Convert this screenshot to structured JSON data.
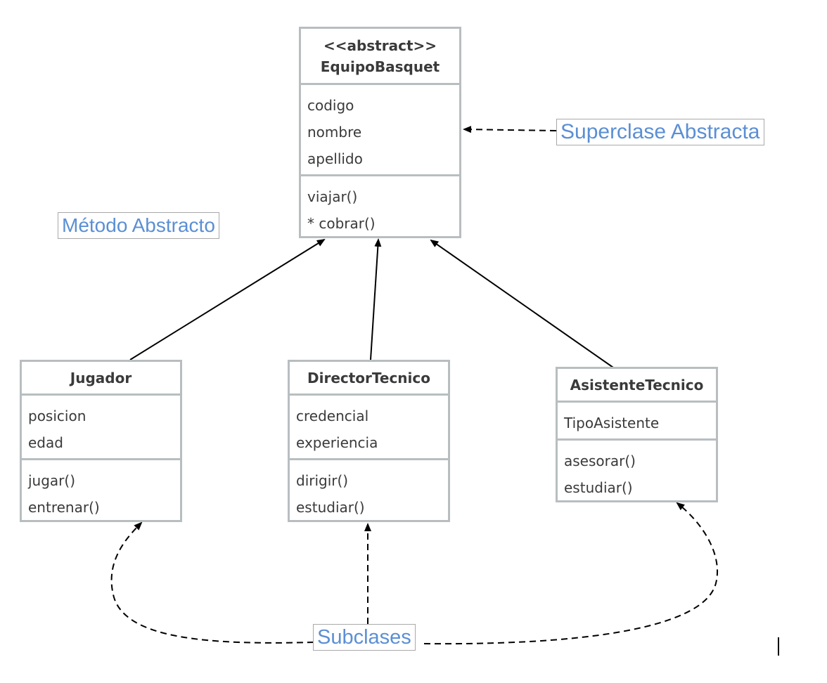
{
  "classes": {
    "equipo": {
      "stereotype": "<<abstract>>",
      "name": "EquipoBasquet",
      "attributes": [
        "codigo",
        "nombre",
        "apellido"
      ],
      "methods": [
        "viajar()",
        "* cobrar()"
      ]
    },
    "jugador": {
      "name": "Jugador",
      "attributes": [
        "posicion",
        "edad"
      ],
      "methods": [
        "jugar()",
        "entrenar()"
      ]
    },
    "director": {
      "name": "DirectorTecnico",
      "attributes": [
        "credencial",
        "experiencia"
      ],
      "methods": [
        "dirigir()",
        "estudiar()"
      ]
    },
    "asistente": {
      "name": "AsistenteTecnico",
      "attributes": [
        "TipoAsistente"
      ],
      "methods": [
        "asesorar()",
        "estudiar()"
      ]
    }
  },
  "notes": {
    "superclase": "Superclase Abstracta",
    "metodo": "Método Abstracto",
    "subclases": "Subclases"
  },
  "colors": {
    "note_text": "#5b8fd4",
    "box_border": "#b8bec0",
    "connector": "#000000"
  }
}
